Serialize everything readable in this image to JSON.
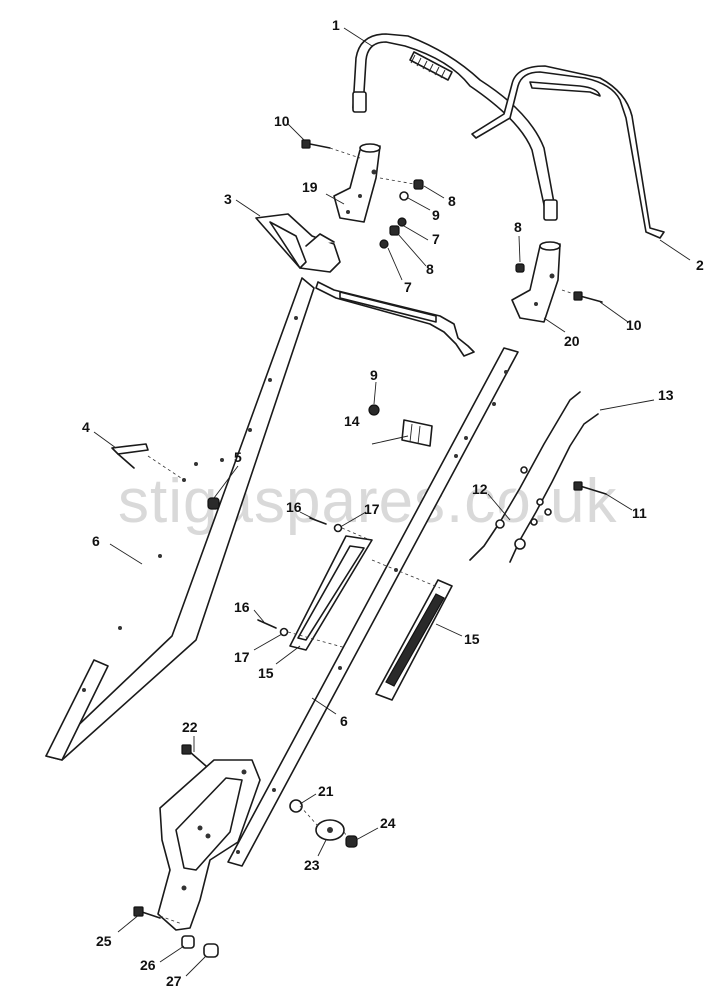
{
  "watermark": "stigaspares.co.uk",
  "callouts": [
    {
      "id": "c1",
      "label": "1"
    },
    {
      "id": "c2",
      "label": "2"
    },
    {
      "id": "c3",
      "label": "3"
    },
    {
      "id": "c4",
      "label": "4"
    },
    {
      "id": "c5",
      "label": "5"
    },
    {
      "id": "c6a",
      "label": "6"
    },
    {
      "id": "c6b",
      "label": "6"
    },
    {
      "id": "c7a",
      "label": "7"
    },
    {
      "id": "c7b",
      "label": "7"
    },
    {
      "id": "c8a",
      "label": "8"
    },
    {
      "id": "c8b",
      "label": "8"
    },
    {
      "id": "c8c",
      "label": "8"
    },
    {
      "id": "c9a",
      "label": "9"
    },
    {
      "id": "c9b",
      "label": "9"
    },
    {
      "id": "c10a",
      "label": "10"
    },
    {
      "id": "c10b",
      "label": "10"
    },
    {
      "id": "c11",
      "label": "11"
    },
    {
      "id": "c12",
      "label": "12"
    },
    {
      "id": "c13",
      "label": "13"
    },
    {
      "id": "c14",
      "label": "14"
    },
    {
      "id": "c15a",
      "label": "15"
    },
    {
      "id": "c15b",
      "label": "15"
    },
    {
      "id": "c16a",
      "label": "16"
    },
    {
      "id": "c16b",
      "label": "16"
    },
    {
      "id": "c17a",
      "label": "17"
    },
    {
      "id": "c17b",
      "label": "17"
    },
    {
      "id": "c19",
      "label": "19"
    },
    {
      "id": "c20",
      "label": "20"
    },
    {
      "id": "c21",
      "label": "21"
    },
    {
      "id": "c22",
      "label": "22"
    },
    {
      "id": "c23",
      "label": "23"
    },
    {
      "id": "c24",
      "label": "24"
    },
    {
      "id": "c25",
      "label": "25"
    },
    {
      "id": "c26",
      "label": "26"
    },
    {
      "id": "c27",
      "label": "27"
    }
  ]
}
